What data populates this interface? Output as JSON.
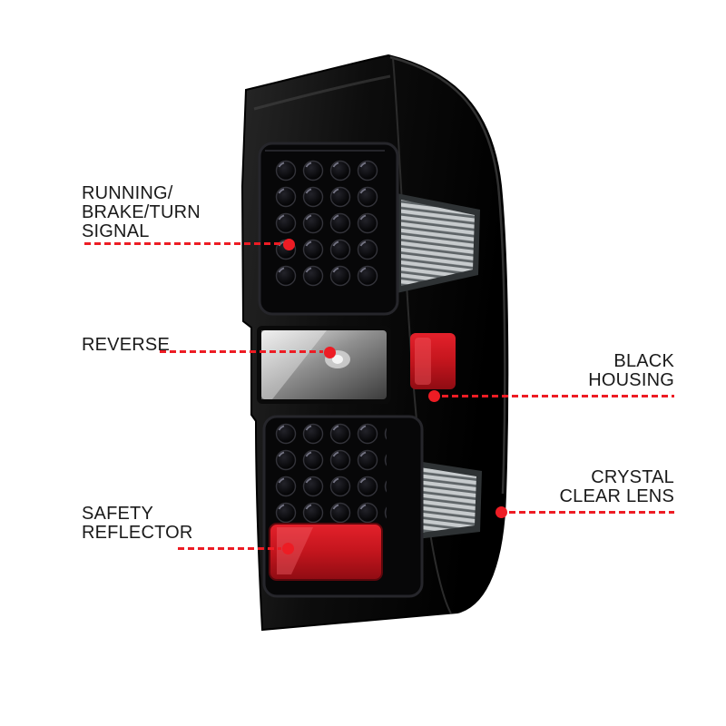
{
  "figure": {
    "background": "#ffffff",
    "accent_color": "#ed1c24",
    "text_color": "#1a1a1a",
    "product_colors": {
      "housing_black": "#0d0d0d",
      "reflector_red": "#c3151d",
      "smoke_lens_gray": "#8a8a8a",
      "rib_silver": "#c7cbcd"
    }
  },
  "annotations": {
    "left": [
      {
        "lines": [
          "RUNNING/",
          "BRAKE/TURN",
          "SIGNAL"
        ]
      },
      {
        "lines": [
          "REVERSE"
        ]
      },
      {
        "lines": [
          "SAFETY",
          "REFLECTOR"
        ]
      }
    ],
    "right": [
      {
        "lines": [
          "BLACK",
          "HOUSING"
        ]
      },
      {
        "lines": [
          "CRYSTAL",
          "CLEAR LENS"
        ]
      }
    ]
  }
}
